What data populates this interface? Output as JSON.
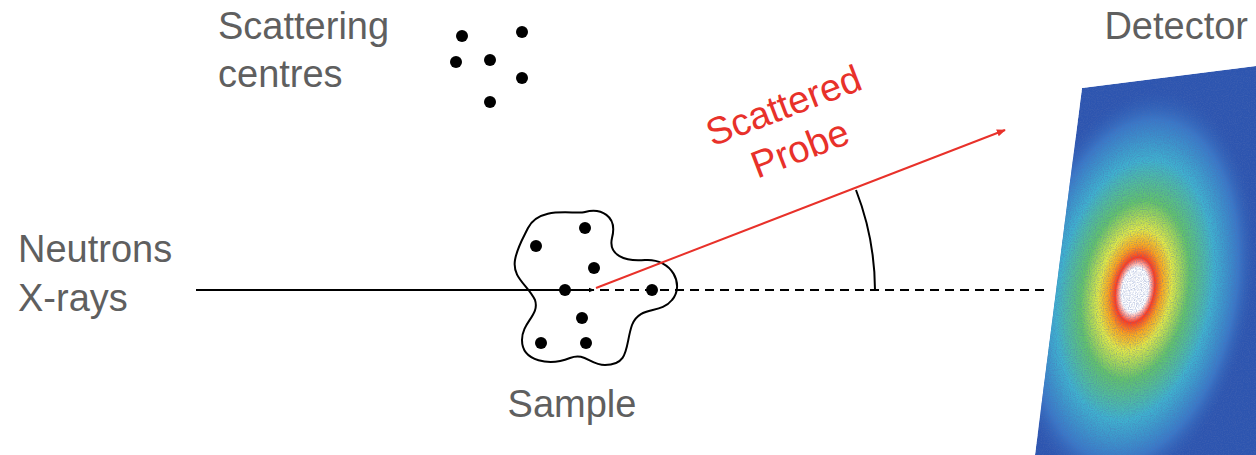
{
  "diagram": {
    "labels": [
      "Scattering centres",
      "Neutrons",
      "X-rays",
      "Sample",
      "Scattered Probe",
      "Detector"
    ]
  }
}
